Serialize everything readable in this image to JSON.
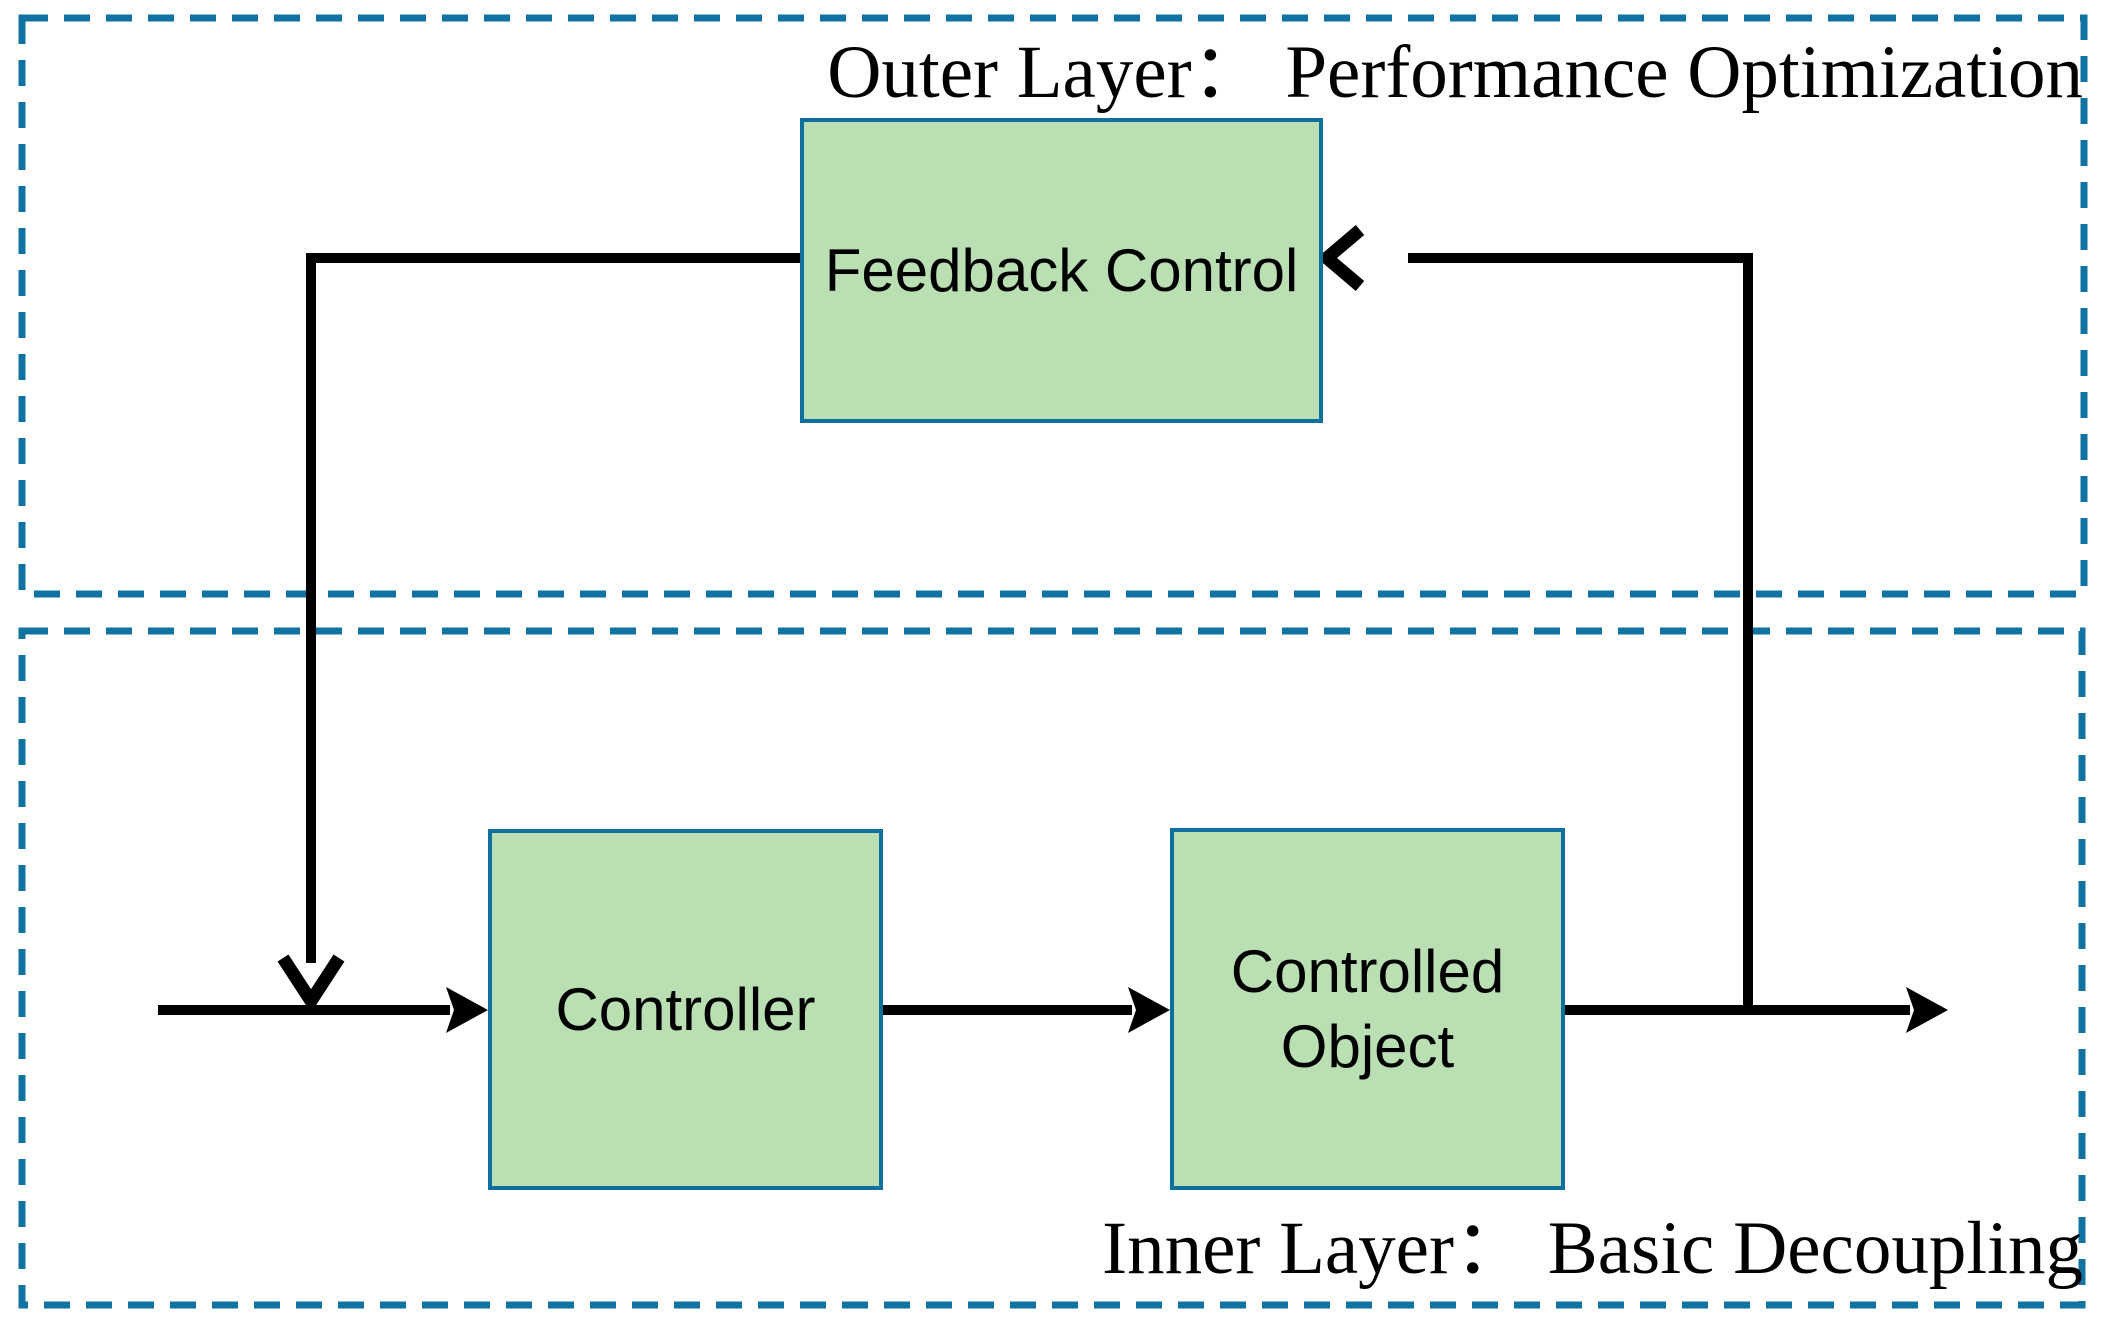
{
  "figure": {
    "outer_layer_title": "Outer Layer： Performance Optimization",
    "inner_layer_title": "Inner Layer： Basic Decoupling",
    "nodes": {
      "feedback": "Feedback Control",
      "controller": "Controller",
      "controlled_object": "Controlled Object"
    },
    "connections": [
      {
        "from": "input",
        "to": "Controller"
      },
      {
        "from": "Controller",
        "to": "Controlled Object"
      },
      {
        "from": "Controlled Object",
        "to": "output"
      },
      {
        "from": "output-tap",
        "to": "Feedback Control"
      },
      {
        "from": "Feedback Control",
        "to": "input-junction"
      }
    ],
    "colors": {
      "layer_border": "#1273a2",
      "node_fill": "#b9dfb3",
      "node_border": "#0f6f9e",
      "arrow": "#000000",
      "background": "#ffffff"
    }
  }
}
